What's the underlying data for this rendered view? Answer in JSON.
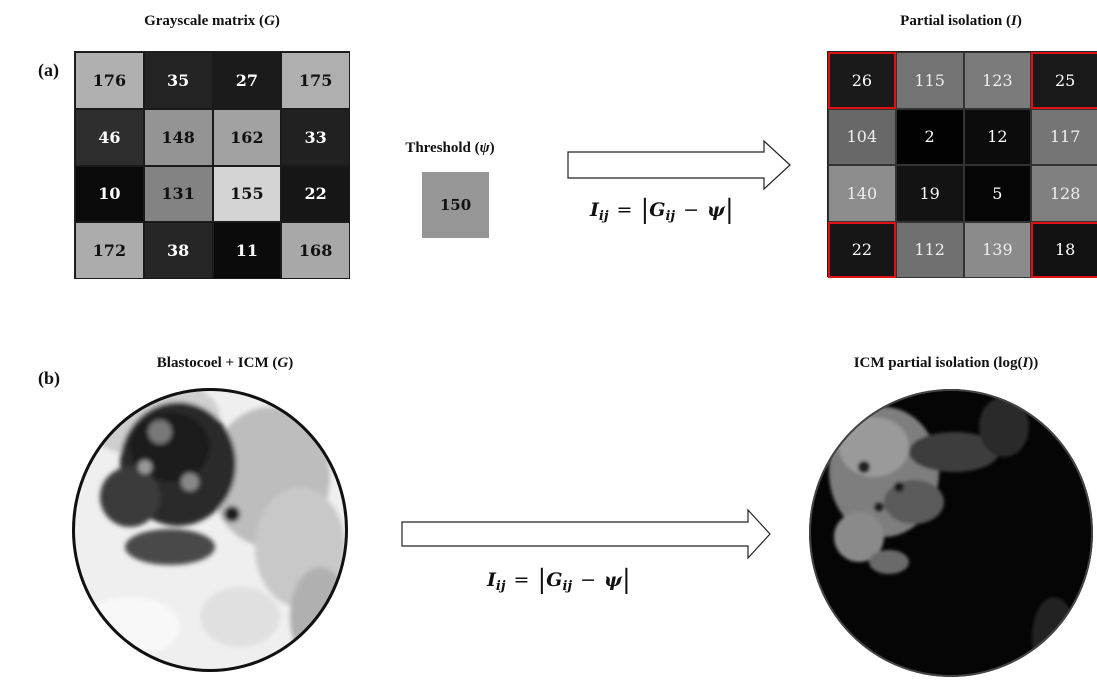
{
  "panel_a": {
    "label": "(a)",
    "grayscale": {
      "title_prefix": "Grayscale matrix (",
      "symbol": "G",
      "title_suffix": ")",
      "cells": [
        {
          "v": "176",
          "bg": "#b0b0b0",
          "fg": "#111111"
        },
        {
          "v": "35",
          "bg": "#232323",
          "fg": "#ffffff"
        },
        {
          "v": "27",
          "bg": "#1b1b1b",
          "fg": "#ffffff"
        },
        {
          "v": "175",
          "bg": "#afafaf",
          "fg": "#111111"
        },
        {
          "v": "46",
          "bg": "#2e2e2e",
          "fg": "#ffffff"
        },
        {
          "v": "148",
          "bg": "#949494",
          "fg": "#111111"
        },
        {
          "v": "162",
          "bg": "#a2a2a2",
          "fg": "#111111"
        },
        {
          "v": "33",
          "bg": "#212121",
          "fg": "#ffffff"
        },
        {
          "v": "10",
          "bg": "#0a0a0a",
          "fg": "#ffffff"
        },
        {
          "v": "131",
          "bg": "#838383",
          "fg": "#111111"
        },
        {
          "v": "155",
          "bg": "#d4d4d4",
          "fg": "#111111"
        },
        {
          "v": "22",
          "bg": "#161616",
          "fg": "#ffffff"
        },
        {
          "v": "172",
          "bg": "#acacac",
          "fg": "#111111"
        },
        {
          "v": "38",
          "bg": "#262626",
          "fg": "#ffffff"
        },
        {
          "v": "11",
          "bg": "#0b0b0b",
          "fg": "#ffffff"
        },
        {
          "v": "168",
          "bg": "#a8a8a8",
          "fg": "#111111"
        }
      ]
    },
    "threshold": {
      "title_prefix": "Threshold (",
      "symbol": "ψ",
      "title_suffix": ")",
      "value": "150",
      "color": "#969696"
    },
    "formula": {
      "lhs": "I",
      "lhs_sub": "ij",
      "eq": "=",
      "g": "G",
      "g_sub": "ij",
      "minus": "−",
      "psi": "ψ"
    },
    "isolation": {
      "title_prefix": "Partial isolation (",
      "symbol": "I",
      "title_suffix": ")",
      "cells": [
        {
          "v": "26",
          "bg": "#1a1a1a",
          "fg": "#ffffff",
          "flag": true
        },
        {
          "v": "115",
          "bg": "#737373",
          "fg": "#eeeeee",
          "flag": false
        },
        {
          "v": "123",
          "bg": "#7b7b7b",
          "fg": "#eeeeee",
          "flag": false
        },
        {
          "v": "25",
          "bg": "#191919",
          "fg": "#ffffff",
          "flag": true
        },
        {
          "v": "104",
          "bg": "#686868",
          "fg": "#eeeeee",
          "flag": false
        },
        {
          "v": "2",
          "bg": "#020202",
          "fg": "#ffffff",
          "flag": false
        },
        {
          "v": "12",
          "bg": "#0c0c0c",
          "fg": "#ffffff",
          "flag": false
        },
        {
          "v": "117",
          "bg": "#757575",
          "fg": "#eeeeee",
          "flag": false
        },
        {
          "v": "140",
          "bg": "#8c8c8c",
          "fg": "#eeeeee",
          "flag": false
        },
        {
          "v": "19",
          "bg": "#131313",
          "fg": "#ffffff",
          "flag": false
        },
        {
          "v": "5",
          "bg": "#050505",
          "fg": "#ffffff",
          "flag": false
        },
        {
          "v": "128",
          "bg": "#808080",
          "fg": "#eeeeee",
          "flag": false
        },
        {
          "v": "22",
          "bg": "#161616",
          "fg": "#ffffff",
          "flag": true
        },
        {
          "v": "112",
          "bg": "#707070",
          "fg": "#eeeeee",
          "flag": false
        },
        {
          "v": "139",
          "bg": "#8b8b8b",
          "fg": "#eeeeee",
          "flag": false
        },
        {
          "v": "18",
          "bg": "#121212",
          "fg": "#ffffff",
          "flag": true
        }
      ]
    }
  },
  "panel_b": {
    "label": "(b)",
    "input_title": "Blastocoel + ICM (",
    "input_symbol": "G",
    "input_suffix": ")",
    "formula": {
      "lhs": "I",
      "lhs_sub": "ij",
      "eq": "=",
      "g": "G",
      "g_sub": "ij",
      "minus": "−",
      "psi": "ψ"
    },
    "output_title": "ICM partial isolation (log(",
    "output_symbol": "I",
    "output_suffix": "))"
  },
  "colors": {
    "flag_border": "#e11111",
    "arrow_stroke": "#222222"
  }
}
